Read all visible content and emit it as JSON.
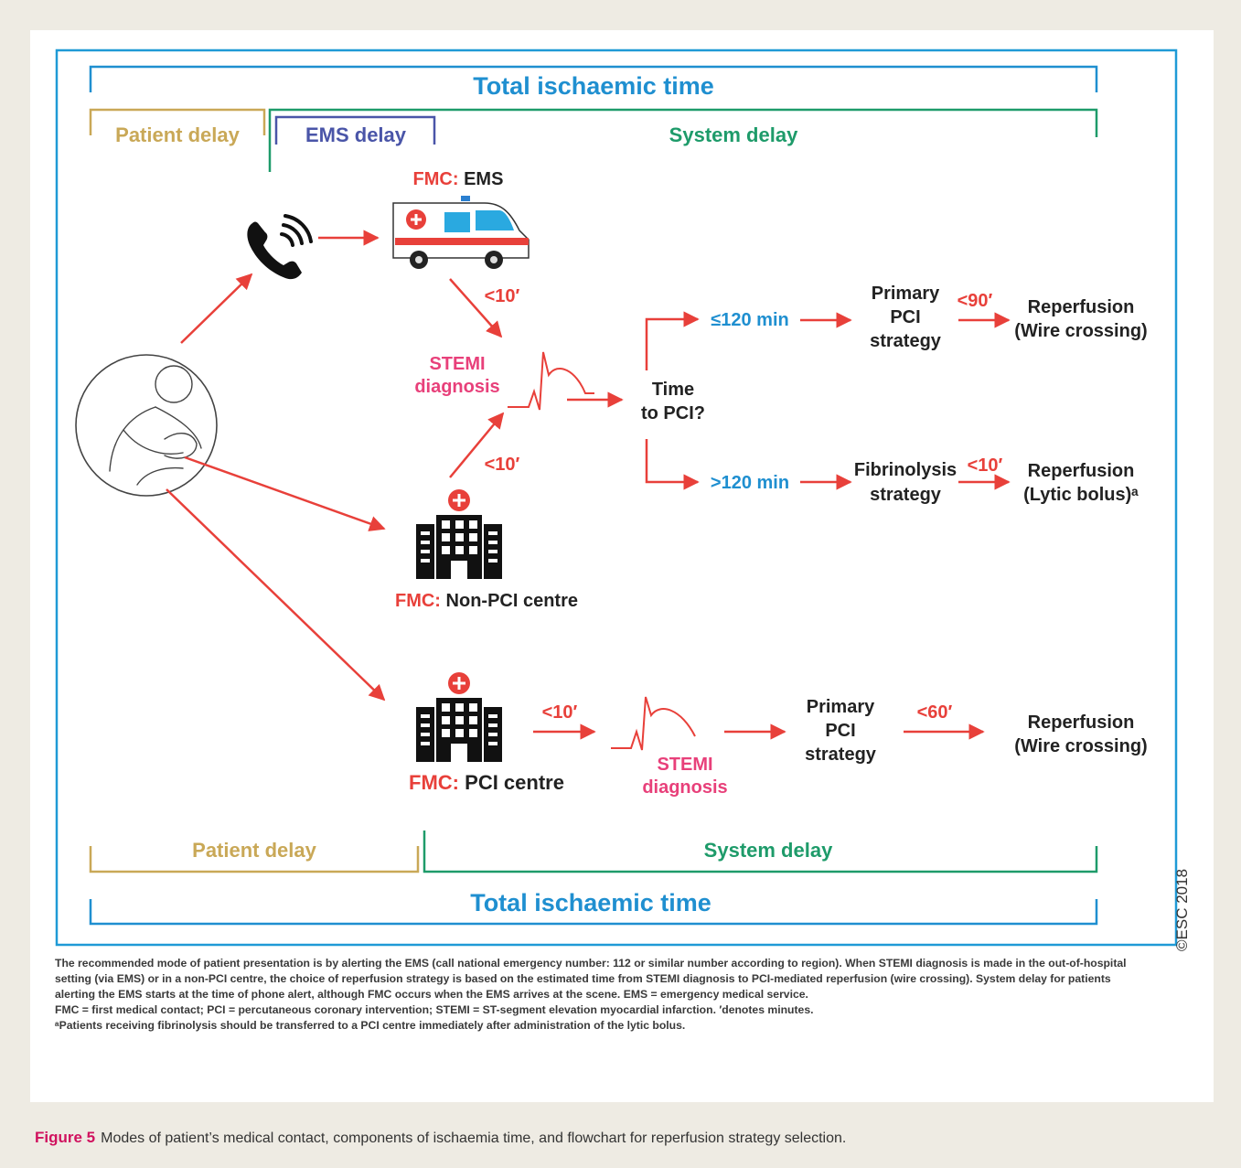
{
  "timeline_top": {
    "total": "Total ischaemic time",
    "patient_delay": "Patient delay",
    "ems_delay": "EMS delay",
    "system_delay": "System delay"
  },
  "timeline_bottom": {
    "patient_delay": "Patient delay",
    "system_delay": "System delay",
    "total": "Total ischaemic time"
  },
  "nodes": {
    "fmc_prefix": "FMC:",
    "fmc_ems": "EMS",
    "fmc_non_pci": "Non-PCI centre",
    "fmc_pci": "PCI centre",
    "stemi_1": "STEMI",
    "stemi_2": "diagnosis",
    "time_to_pci_1": "Time",
    "time_to_pci_2": "to PCI?",
    "le120": "≤120 min",
    "gt120": ">120 min",
    "primary_1": "Primary",
    "primary_2": "PCI",
    "primary_3": "strategy",
    "fibrin_1": "Fibrinolysis",
    "fibrin_2": "strategy",
    "reperf": "Reperfusion",
    "wire": "(Wire crossing)",
    "lytic": "(Lytic bolus)ᵃ"
  },
  "times": {
    "ems_to_dx": "<10′",
    "nonpci_to_dx": "<10′",
    "primary_to_reperf": "<90′",
    "fibrin_to_reperf": "<10′",
    "pci_to_dx": "<10′",
    "primary2_to_reperf": "<60′"
  },
  "icons": [
    "phone-icon",
    "ambulance-icon",
    "hospital-icon",
    "ecg-icon",
    "patient-illustration"
  ],
  "colors": {
    "total": "#1f8fd0",
    "patient": "#c9a857",
    "ems": "#4a55a8",
    "system": "#1e9b6a",
    "arrow": "#e8403a",
    "stemi": "#e8407a",
    "figure_label": "#d0115e"
  },
  "caption": {
    "p1": "The recommended mode of patient presentation is by alerting the EMS (call national emergency number: 112 or similar number according to region). When STEMI diagnosis is made in the out-of-hospital setting (via EMS) or in a non-PCI centre, the choice of reperfusion strategy is based on the estimated time from STEMI diagnosis to PCI-mediated reperfusion (wire crossing). System delay for patients alerting the EMS starts at the time of phone alert, although FMC occurs when the EMS arrives at the scene. EMS = emergency medical service.",
    "p2": "FMC = first medical contact; PCI = percutaneous coronary intervention; STEMI = ST-segment elevation myocardial infarction. ′denotes minutes.",
    "p3": "ᵃPatients receiving fibrinolysis should be transferred to a PCI centre immediately after administration of the lytic bolus."
  },
  "copyright": "©ESC 2018",
  "figure": {
    "label": "Figure 5",
    "text": "Modes of patient’s medical contact, components of ischaemia time, and flowchart for reperfusion strategy selection."
  }
}
